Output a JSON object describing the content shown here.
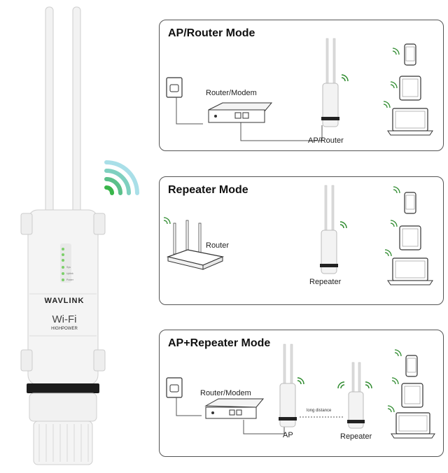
{
  "device": {
    "brand": "WAVLINK",
    "wifi_logo": "Wi-Fi",
    "subtitle": "HIGHPOWER",
    "led_labels": [
      "Sys",
      "Uplink",
      "Power"
    ]
  },
  "panels": [
    {
      "title": "AP/Router Mode",
      "labels": {
        "modem": "Router/Modem",
        "device": "AP/Router"
      }
    },
    {
      "title": "Repeater Mode",
      "labels": {
        "router": "Router",
        "device": "Repeater"
      }
    },
    {
      "title": "AP+Repeater Mode",
      "labels": {
        "modem": "Router/Modem",
        "ap": "AP",
        "repeater": "Repeater",
        "link": "long distance"
      }
    }
  ],
  "icons": [
    "phone-icon",
    "tablet-icon",
    "laptop-icon",
    "wall-outlet-icon",
    "wifi-signal-icon"
  ]
}
